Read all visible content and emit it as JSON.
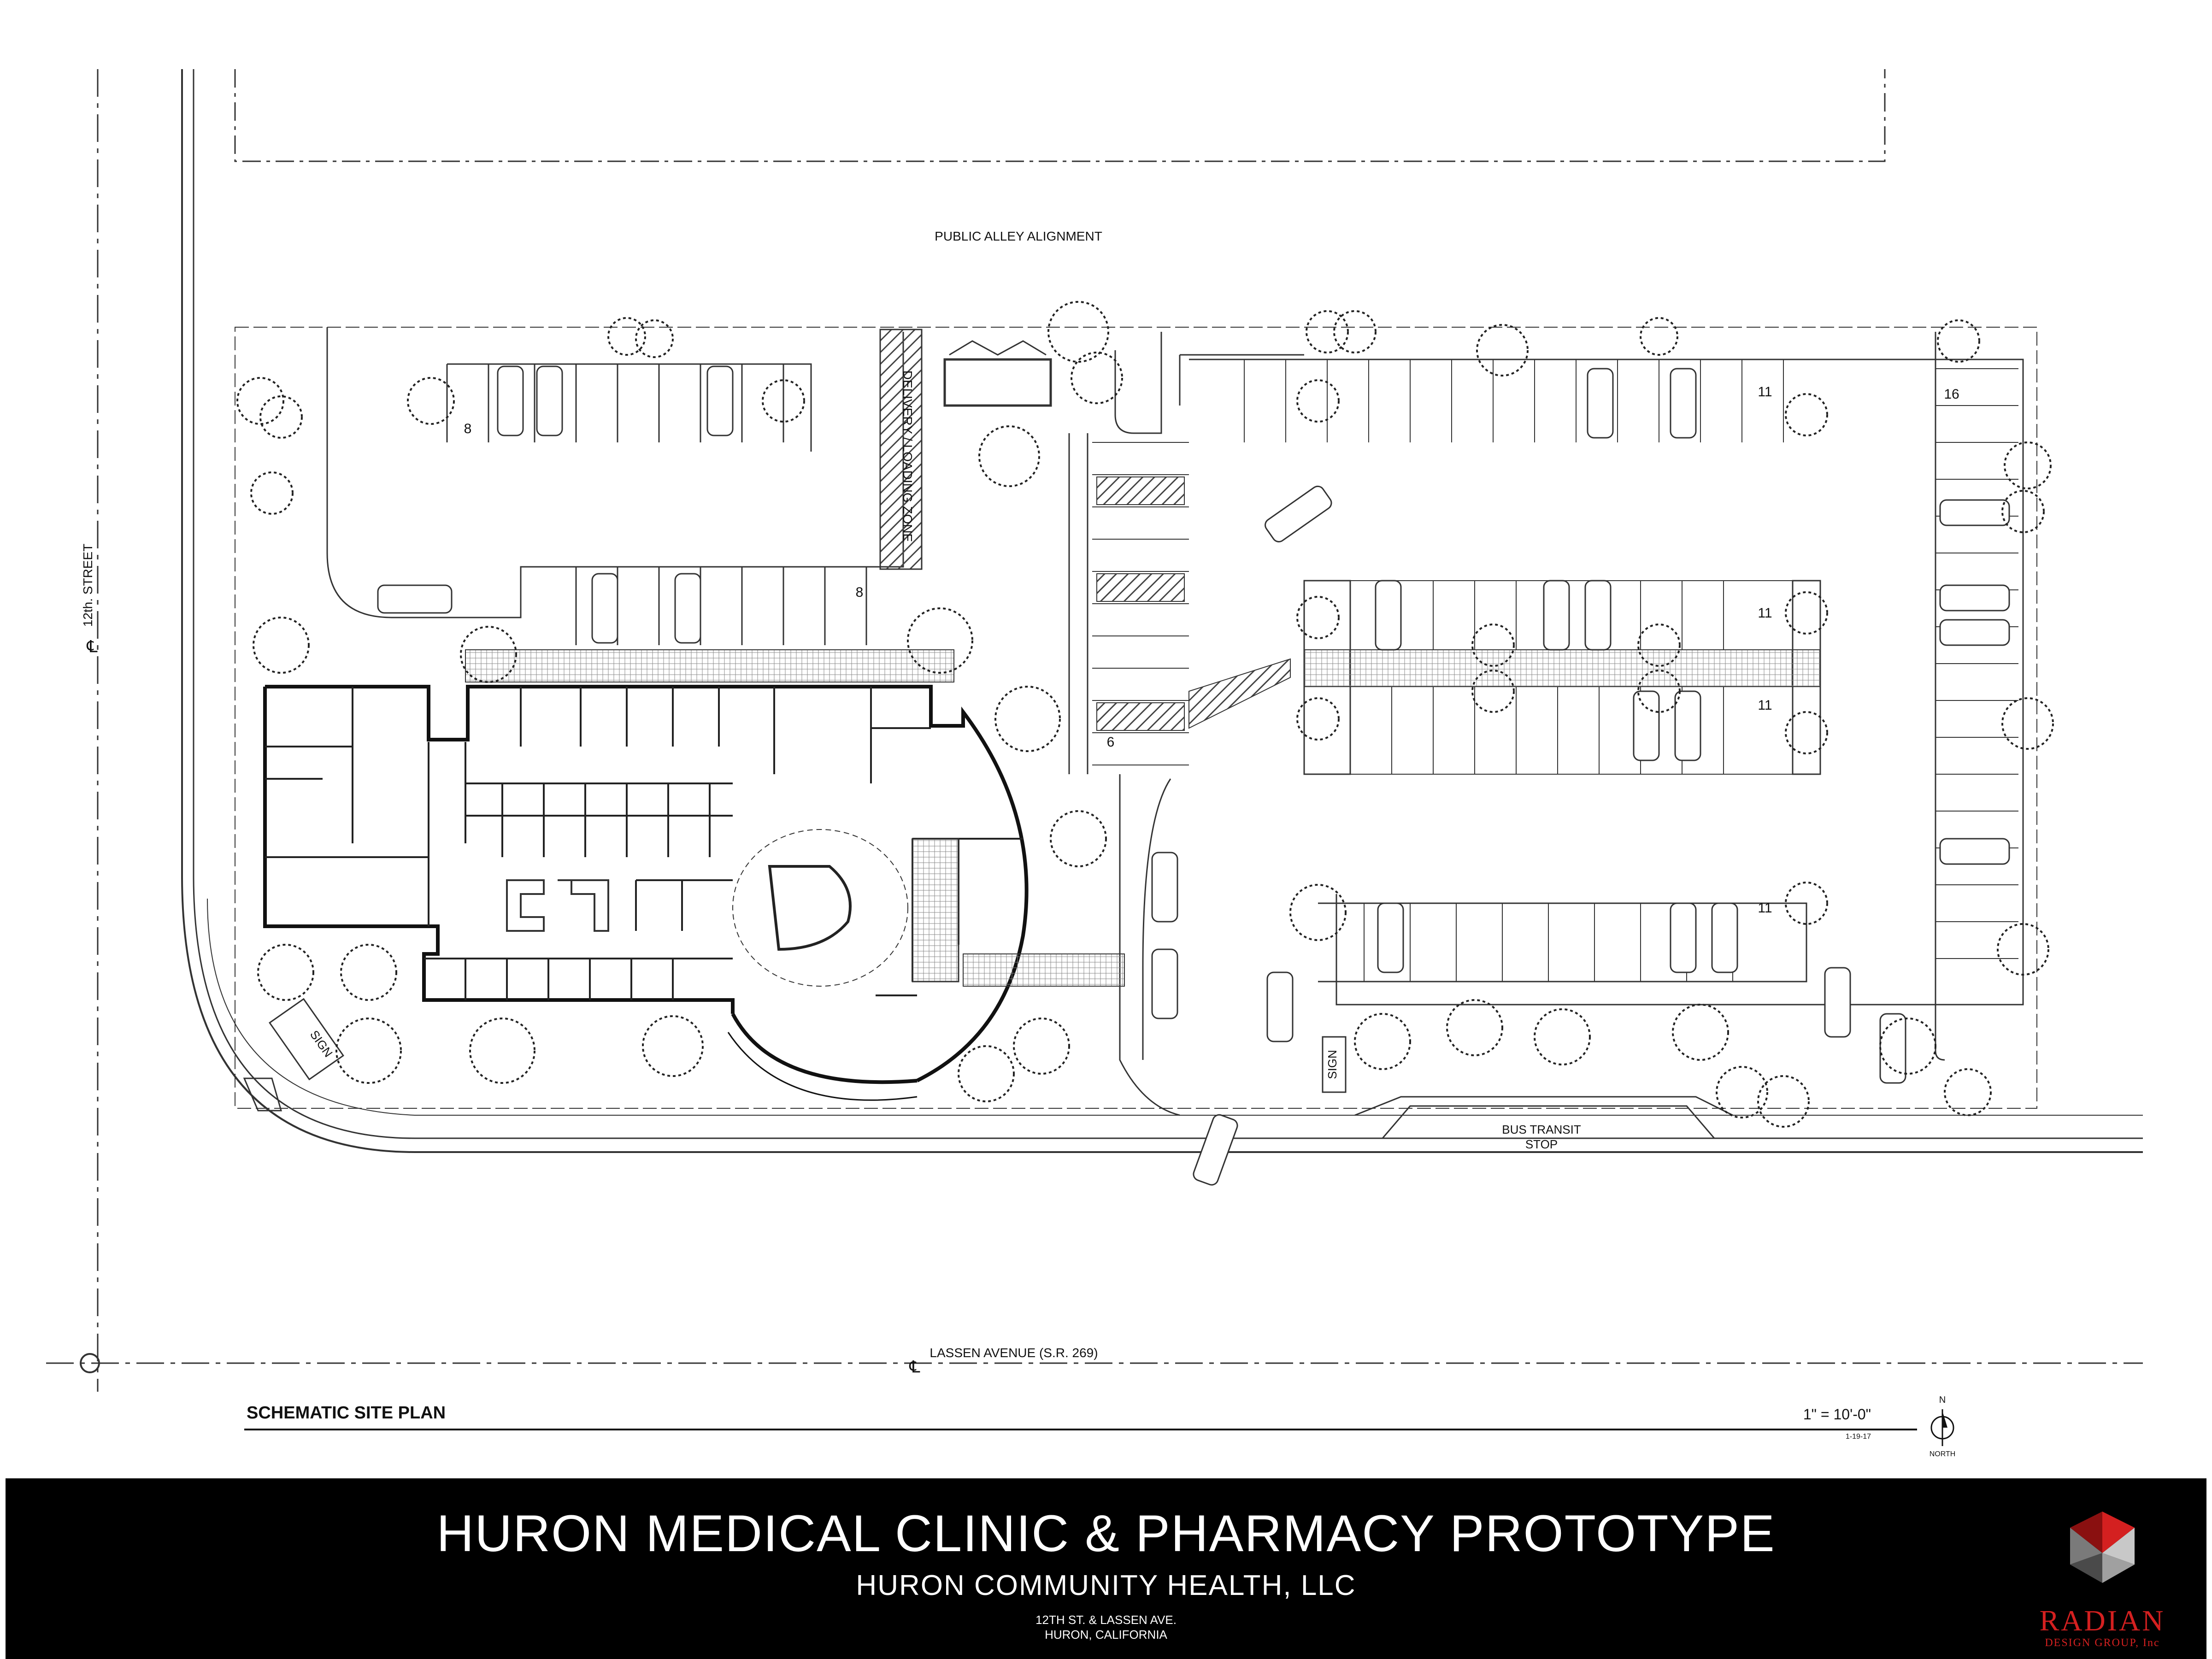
{
  "labels": {
    "public_alley": "PUBLIC ALLEY ALIGNMENT",
    "street_12th": "12th. STREET",
    "delivery_zone": "DELIVERY / LOADING ZONE",
    "lassen_avenue": "LASSEN AVENUE (S.R. 269)",
    "bus_transit_line1": "BUS TRANSIT",
    "bus_transit_line2": "STOP",
    "sign_left": "SIGN",
    "sign_right": "SIGN",
    "centerline_symbol": "℄"
  },
  "stall_counts": {
    "lot_top_left": "8",
    "lot_mid_left": "8",
    "lot_accessible": "6",
    "right_row_1": "11",
    "right_row_2": "16",
    "right_row_3": "11",
    "right_row_4": "11",
    "right_row_5": "11"
  },
  "sheet": {
    "title": "SCHEMATIC SITE PLAN",
    "scale": "1\" = 10'-0\"",
    "date": "1-19-17",
    "north_letter": "N",
    "north_label": "NORTH"
  },
  "title_block": {
    "title": "HURON MEDICAL CLINIC & PHARMACY PROTOTYPE",
    "subtitle": "HURON COMMUNITY HEALTH, LLC",
    "address_line1": "12TH ST. & LASSEN AVE.",
    "address_line2": "HURON, CALIFORNIA"
  },
  "logo": {
    "name": "RADIAN",
    "subname": "DESIGN GROUP, Inc",
    "accent_color": "#d42020"
  }
}
